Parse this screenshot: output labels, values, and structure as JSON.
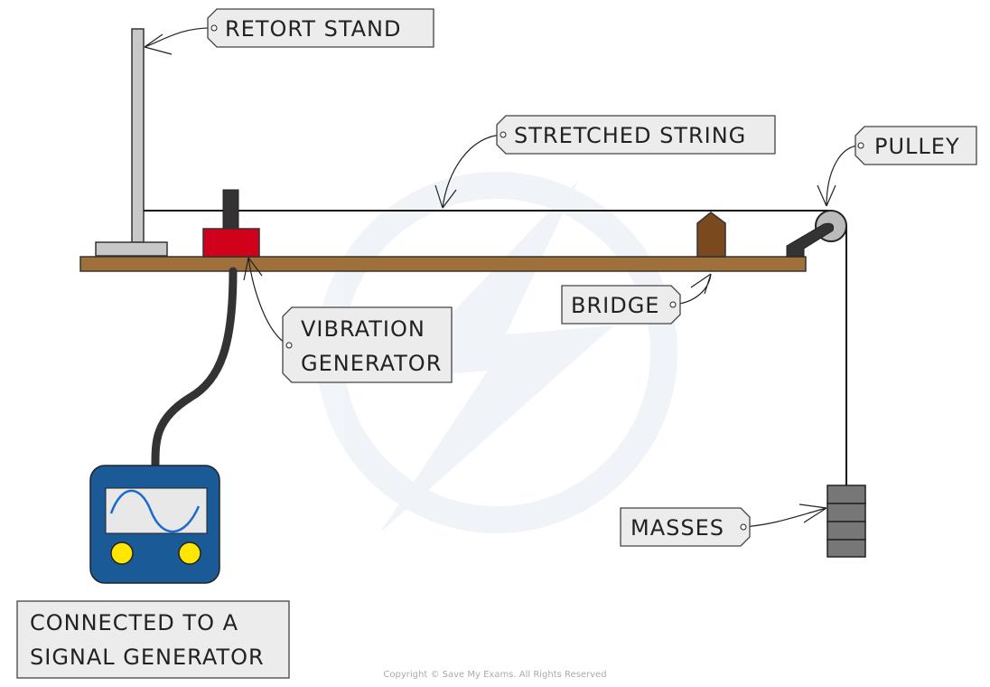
{
  "labels": {
    "retort_stand": "RETORT  STAND",
    "stretched_string": "STRETCHED  STRING",
    "pulley": "PULLEY",
    "vibration_generator_line1": "VIBRATION",
    "vibration_generator_line2": "GENERATOR",
    "bridge": "BRIDGE",
    "masses": "MASSES",
    "signal_line1": "CONNECTED  TO  A",
    "signal_line2": "SIGNAL  GENERATOR"
  },
  "copyright": "Copyright © Save My Exams. All Rights Reserved",
  "colors": {
    "bench": "#a0703a",
    "vibration_generator": "#d0021b",
    "bridge": "#7a4a1e",
    "signal_generator": "#1a5a96",
    "knobs": "#ffe600",
    "wave": "#1a6ad0",
    "label_fill": "#ececec"
  }
}
